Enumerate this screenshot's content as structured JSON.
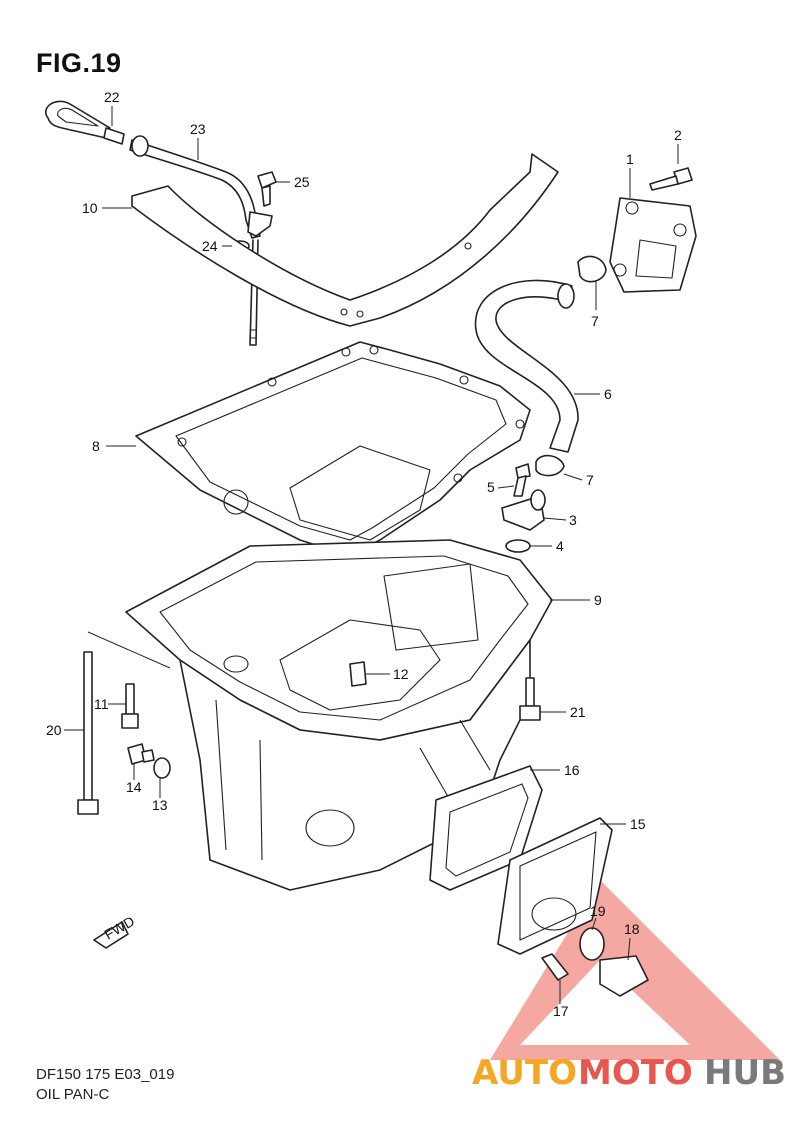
{
  "figure": {
    "title": "FIG.19",
    "code": "DF150 175 E03_019",
    "caption": "OIL PAN-C",
    "fwd_label": "FWD"
  },
  "callouts": [
    {
      "id": "1",
      "label": "1"
    },
    {
      "id": "2",
      "label": "2"
    },
    {
      "id": "3",
      "label": "3"
    },
    {
      "id": "4",
      "label": "4"
    },
    {
      "id": "5",
      "label": "5"
    },
    {
      "id": "6",
      "label": "6"
    },
    {
      "id": "7a",
      "label": "7"
    },
    {
      "id": "7b",
      "label": "7"
    },
    {
      "id": "8",
      "label": "8"
    },
    {
      "id": "9",
      "label": "9"
    },
    {
      "id": "10",
      "label": "10"
    },
    {
      "id": "11",
      "label": "11"
    },
    {
      "id": "12",
      "label": "12"
    },
    {
      "id": "13",
      "label": "13"
    },
    {
      "id": "14",
      "label": "14"
    },
    {
      "id": "15",
      "label": "15"
    },
    {
      "id": "16",
      "label": "16"
    },
    {
      "id": "17",
      "label": "17"
    },
    {
      "id": "18",
      "label": "18"
    },
    {
      "id": "19",
      "label": "19"
    },
    {
      "id": "20",
      "label": "20"
    },
    {
      "id": "21",
      "label": "21"
    },
    {
      "id": "22",
      "label": "22"
    },
    {
      "id": "23",
      "label": "23"
    },
    {
      "id": "24",
      "label": "24"
    },
    {
      "id": "25",
      "label": "25"
    }
  ],
  "watermark": {
    "part1": "AUTO",
    "part2": "MOTO",
    "part3": "HUB",
    "color_orange": "#f5a623",
    "color_red": "#e8574f",
    "color_gray": "#7a7a7a"
  }
}
